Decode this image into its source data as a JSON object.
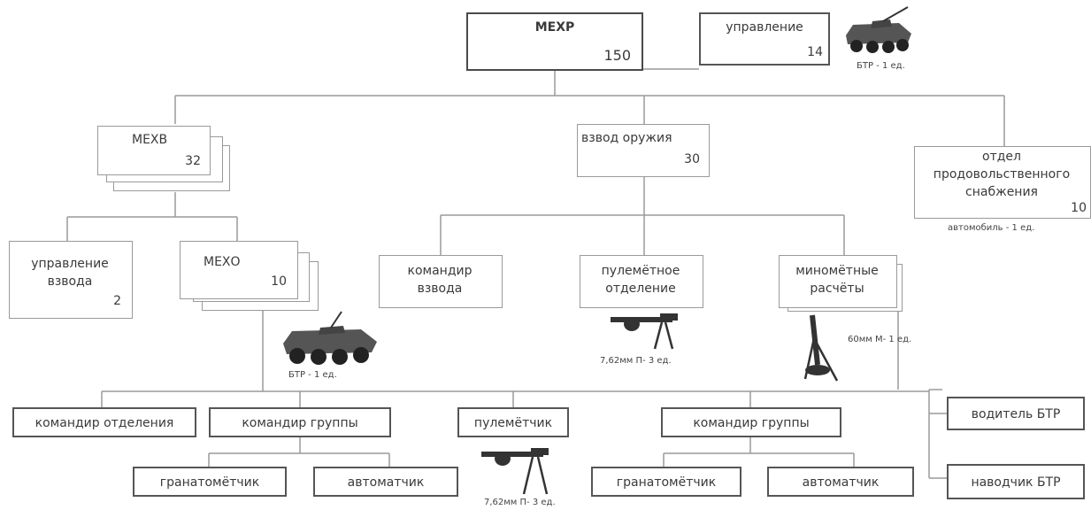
{
  "mexr": {
    "title": "МЕХР",
    "count": "150"
  },
  "upravlenie": {
    "label": "управление",
    "count": "14",
    "caption": "БТР - 1 ед."
  },
  "mexv": {
    "title": "МЕХВ",
    "count": "32"
  },
  "vzvod_oruzhiya": {
    "title": "взвод оружия",
    "count": "30"
  },
  "otdel": {
    "line1": "отдел",
    "line2": "продовольственного",
    "line3": "снабжения",
    "count": "10",
    "caption": "автомобиль - 1 ед."
  },
  "upr_vzvoda": {
    "line1": "управление",
    "line2": "взвода",
    "count": "2"
  },
  "mexo": {
    "title": "МЕХО",
    "count": "10",
    "caption": "БТР - 1 ед."
  },
  "komandir_vzvoda": {
    "line1": "командир",
    "line2": "взвода"
  },
  "pulemetnoe": {
    "line1": "пулемётное",
    "line2": "отделение",
    "caption": "7,62мм П- 3 ед."
  },
  "minometnye": {
    "line1": "миномётные",
    "line2": "расчёты",
    "caption": "60мм М- 1 ед."
  },
  "bottom": {
    "komandir_otdeleniya": "командир отделения",
    "komandir_gruppy_1": "командир группы",
    "pulemetchik": "пулемётчик",
    "pulemetchik_caption": "7,62мм П- 3 ед.",
    "komandir_gruppy_2": "командир группы",
    "voditel": "водитель БТР",
    "granatometchik_1": "гранатомётчик",
    "avtomatchik_1": "автоматчик",
    "granatometchik_2": "гранатомётчик",
    "avtomatchik_2": "автоматчик",
    "navodchik": "наводчик БТР"
  }
}
